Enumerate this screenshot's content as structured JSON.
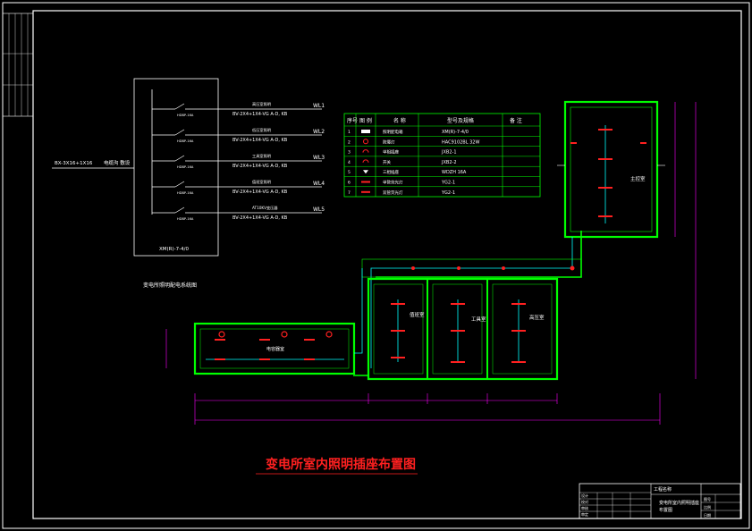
{
  "drawing": {
    "title": "变电所室内照明插座布置图"
  },
  "system": {
    "feeder": "BX-3X16+1X16",
    "feeder_note": "电缆沟 敷设",
    "panel_name": "XM(R)-7-4/0",
    "panel_caption": "变电所照明配电系统图",
    "circuits": [
      {
        "id": "WL1",
        "breaker": "HDBP-16A",
        "desc": "高压室照明",
        "cable": "BV-2X4+1X4-VG A-D, KB"
      },
      {
        "id": "WL2",
        "breaker": "HDBP-16A",
        "desc": "低压室照明",
        "cable": "BV-2X4+1X4-VG A-D, KB"
      },
      {
        "id": "WL3",
        "breaker": "HDBP-16A",
        "desc": "工具室照明",
        "cable": "BV-2X4+1X4-VG A-D, KB"
      },
      {
        "id": "WL4",
        "breaker": "HDBP-16A",
        "desc": "值班室照明",
        "cable": "BV-2X4+1X4-VG A-D, KB"
      },
      {
        "id": "WL5",
        "breaker": "HDBP-16A",
        "desc": "AT10KV变压器",
        "cable": "BV-2X4+1X4-VG A-D, KB"
      }
    ]
  },
  "legend": {
    "headers": [
      "序号",
      "图 例",
      "名 称",
      "型号及规格",
      "备 注"
    ],
    "rows": [
      {
        "no": "1",
        "name": "照明配电箱",
        "model": "XM(R)-7-4/0",
        "icon": "panel-icon"
      },
      {
        "no": "2",
        "name": "防爆灯",
        "model": "HAC9102BL 32W",
        "icon": "lamp-icon"
      },
      {
        "no": "3",
        "name": "单相插座",
        "model": "JXB2-1",
        "icon": "socket-icon"
      },
      {
        "no": "4",
        "name": "开关",
        "model": "JXB2-2",
        "icon": "switch-icon"
      },
      {
        "no": "5",
        "name": "三相插座",
        "model": "WDZH 16A",
        "icon": "three-phase-icon"
      },
      {
        "no": "6",
        "name": "单管荧光灯",
        "model": "YG2-1",
        "icon": "fluorescent-icon"
      },
      {
        "no": "7",
        "name": "双管荧光灯",
        "model": "YG2-1",
        "icon": "double-fluorescent-icon"
      }
    ]
  },
  "rooms": {
    "main_room": "主控室",
    "room1": "值班室",
    "room2": "工具室",
    "room3": "高压室",
    "room_bottom": "电容器室"
  },
  "title_block": {
    "company": "工程名称",
    "drawing_name": "变电所室内照明插座",
    "drawing_name2": "布置图",
    "rows": [
      "设计",
      "校对",
      "审核",
      "审定"
    ],
    "right_labels": [
      "图号",
      "比例",
      "日期"
    ]
  },
  "colors": {
    "background": "#000000",
    "wall": "#00ff00",
    "wiring": "#00ffff",
    "lamp": "#ff2020",
    "dimension": "#ff00ff",
    "title": "#ff2020",
    "frame": "#ffffff"
  }
}
